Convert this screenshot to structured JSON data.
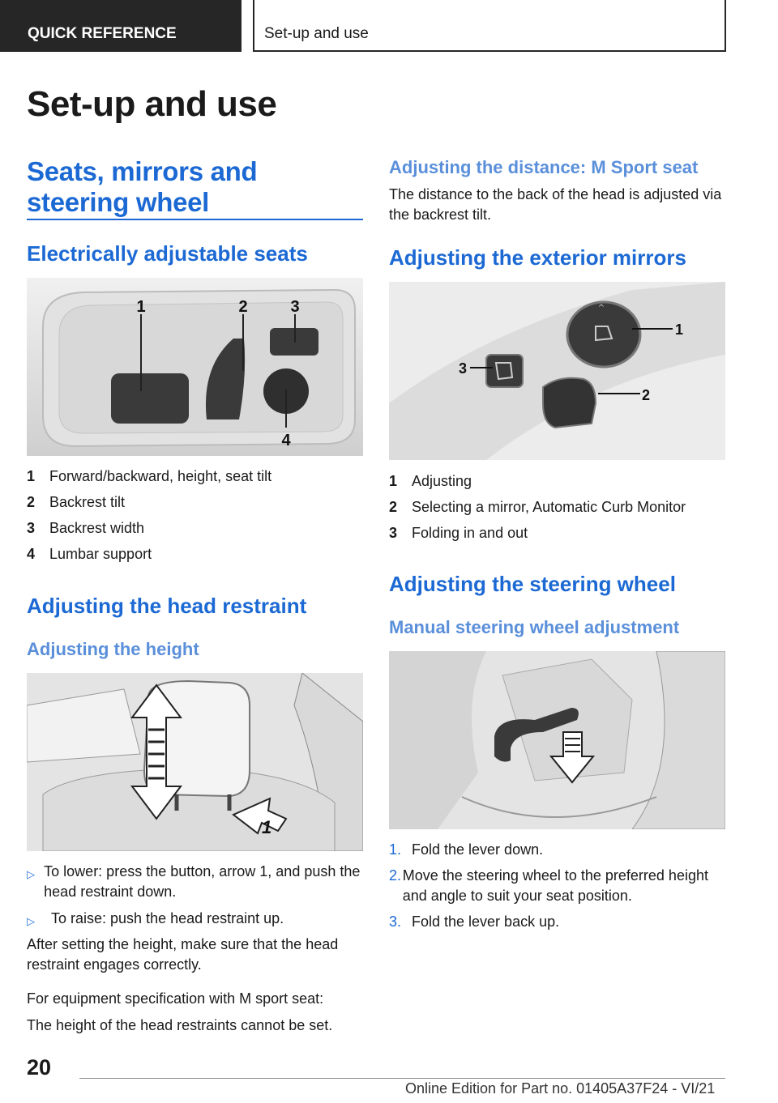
{
  "header": {
    "section": "QUICK REFERENCE",
    "chapter": "Set-up and use"
  },
  "page_title": "Set-up and use",
  "left": {
    "section_title": "Seats, mirrors and steering wheel",
    "seats": {
      "title": "Electrically adjustable seats",
      "callouts": [
        "1",
        "2",
        "3",
        "4"
      ],
      "items": [
        {
          "num": "1",
          "text": "Forward/backward, height, seat tilt"
        },
        {
          "num": "2",
          "text": "Backrest tilt"
        },
        {
          "num": "3",
          "text": "Backrest width"
        },
        {
          "num": "4",
          "text": "Lumbar support"
        }
      ]
    },
    "head_restraint": {
      "title": "Adjusting the head restraint",
      "subtitle": "Adjusting the height",
      "callout": "1",
      "bullets": [
        "To lower: press the button, arrow 1, and push the head restraint down.",
        "To raise: push the head restraint up."
      ],
      "bullet_marker": "▷",
      "para1": "After setting the height, make sure that the head restraint engages correctly.",
      "para2": "For equipment specification with M sport seat:",
      "para3": "The height of the head restraints cannot be set."
    }
  },
  "right": {
    "m_sport": {
      "title": "Adjusting the distance: M Sport seat",
      "text": "The distance to the back of the head is adjusted via the backrest tilt."
    },
    "mirrors": {
      "title": "Adjusting the exterior mirrors",
      "callouts": [
        "1",
        "2",
        "3"
      ],
      "items": [
        {
          "num": "1",
          "text": "Adjusting"
        },
        {
          "num": "2",
          "text": "Selecting a mirror, Automatic Curb Monitor"
        },
        {
          "num": "3",
          "text": "Folding in and out"
        }
      ]
    },
    "steering": {
      "title": "Adjusting the steering wheel",
      "subtitle": "Manual steering wheel adjustment",
      "steps": [
        {
          "num": "1.",
          "text": "Fold the lever down."
        },
        {
          "num": "2.",
          "text": "Move the steering wheel to the preferred height and angle to suit your seat position."
        },
        {
          "num": "3.",
          "text": "Fold the lever back up."
        }
      ]
    }
  },
  "footer": {
    "page_number": "20",
    "edition": "Online Edition for Part no. 01405A37F24 - VI/21"
  },
  "colors": {
    "accent": "#1c69d4",
    "accent_light": "#5a8fda",
    "header_bg": "#262626"
  }
}
